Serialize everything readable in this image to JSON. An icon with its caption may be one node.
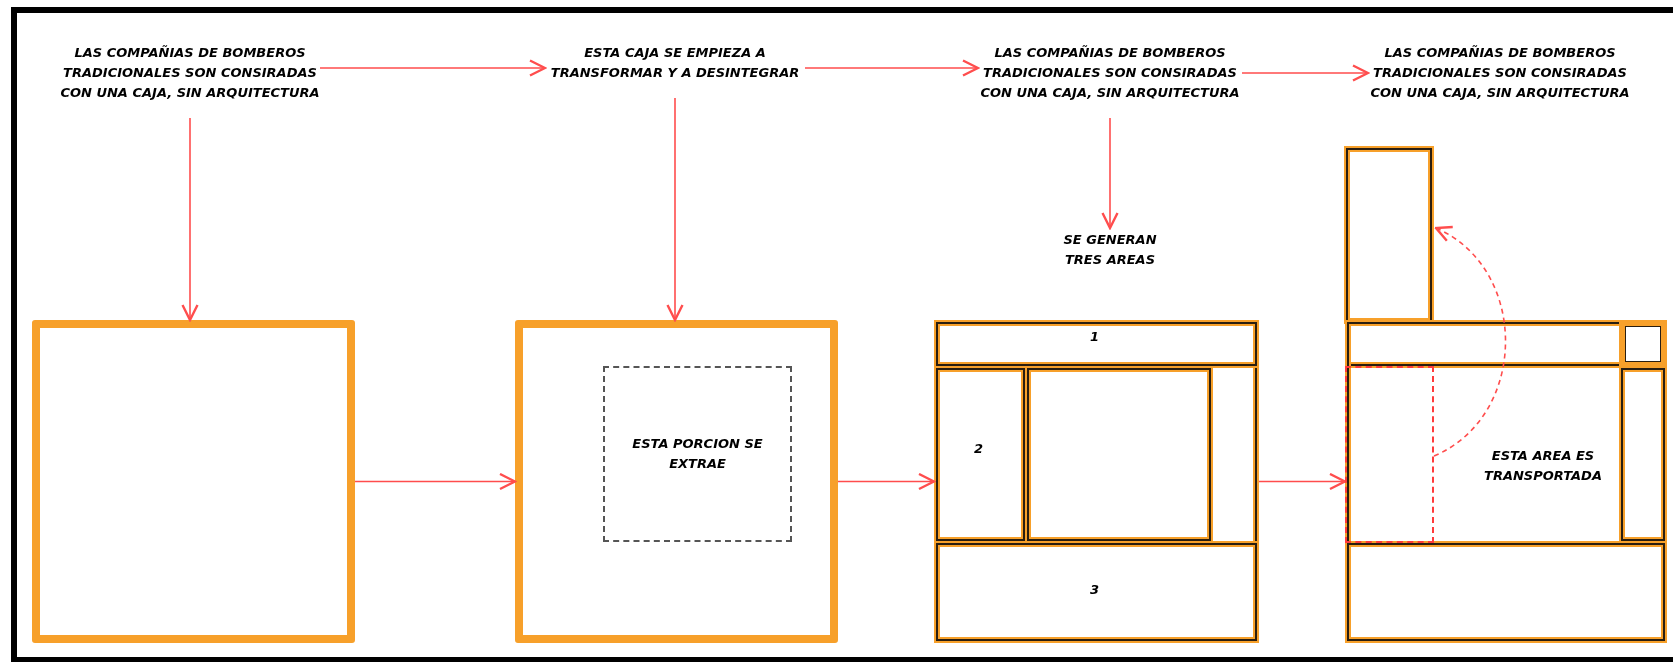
{
  "diagram": {
    "nodes": [
      {
        "text": [
          "LAS COMPAÑIAS DE BOMBEROS TRADICIONALES SON CONSIRADAS CON UNA CAJA, SIN ARQUITECTURA"
        ]
      },
      {
        "text": [
          "ESTA CAJA SE EMPIEZA A TRANSFORMAR Y A DESINTEGRAR"
        ]
      },
      {
        "text": [
          "LAS COMPAÑIAS DE BOMBEROS TRADICIONALES SON CONSIRADAS CON UNA CAJA, SIN ARQUITECTURA"
        ]
      },
      {
        "text": [
          "LAS COMPAÑIAS DE BOMBEROS TRADICIONALES SON CONSIRADAS CON UNA CAJA, SIN ARQUITECTURA"
        ]
      },
      {
        "text": [
          "SE GENERAN TRES AREAS"
        ]
      },
      {
        "text": [],
        "shape": "box"
      },
      {
        "text": [],
        "shape": "box"
      },
      {
        "text": [],
        "shape": "box"
      },
      {
        "text": [
          "ESTA PORCION SE EXTRAE"
        ],
        "in": 7
      },
      {
        "text": [],
        "shape": "box"
      },
      {
        "text": [
          "1"
        ],
        "in": 9
      },
      {
        "text": [
          "2"
        ],
        "in": 9
      },
      {
        "text": [],
        "shape": "box",
        "in": 9
      },
      {
        "text": [
          "3"
        ],
        "in": 9
      },
      {
        "text": [
          "ESTA AREA ES TRANSPORTADA"
        ]
      },
      {
        "text": [],
        "shape": "box",
        "in": 14
      },
      {
        "text": [],
        "shape": "box",
        "in": 14
      },
      {
        "text": [],
        "shape": "box",
        "in": 14
      },
      {
        "text": [],
        "shape": "box",
        "in": 14
      }
    ],
    "edges": [
      {
        "from": 0,
        "to": 1,
        "arrow": "to"
      },
      {
        "from": 1,
        "to": 2,
        "arrow": "to"
      },
      {
        "from": 2,
        "to": 3,
        "arrow": "to"
      },
      {
        "from": 0,
        "to": 6,
        "arrow": "to"
      },
      {
        "from": 1,
        "to": 7,
        "arrow": "to"
      },
      {
        "from": 2,
        "to": 4,
        "arrow": "to"
      },
      {
        "from": 6,
        "to": 7,
        "arrow": "to"
      },
      {
        "from": 7,
        "to": 9,
        "arrow": "to"
      },
      {
        "from": 9,
        "to": 14,
        "arrow": "to"
      },
      {
        "from": 16,
        "to": 5,
        "arrow": "to",
        "style": "dashed"
      }
    ]
  }
}
